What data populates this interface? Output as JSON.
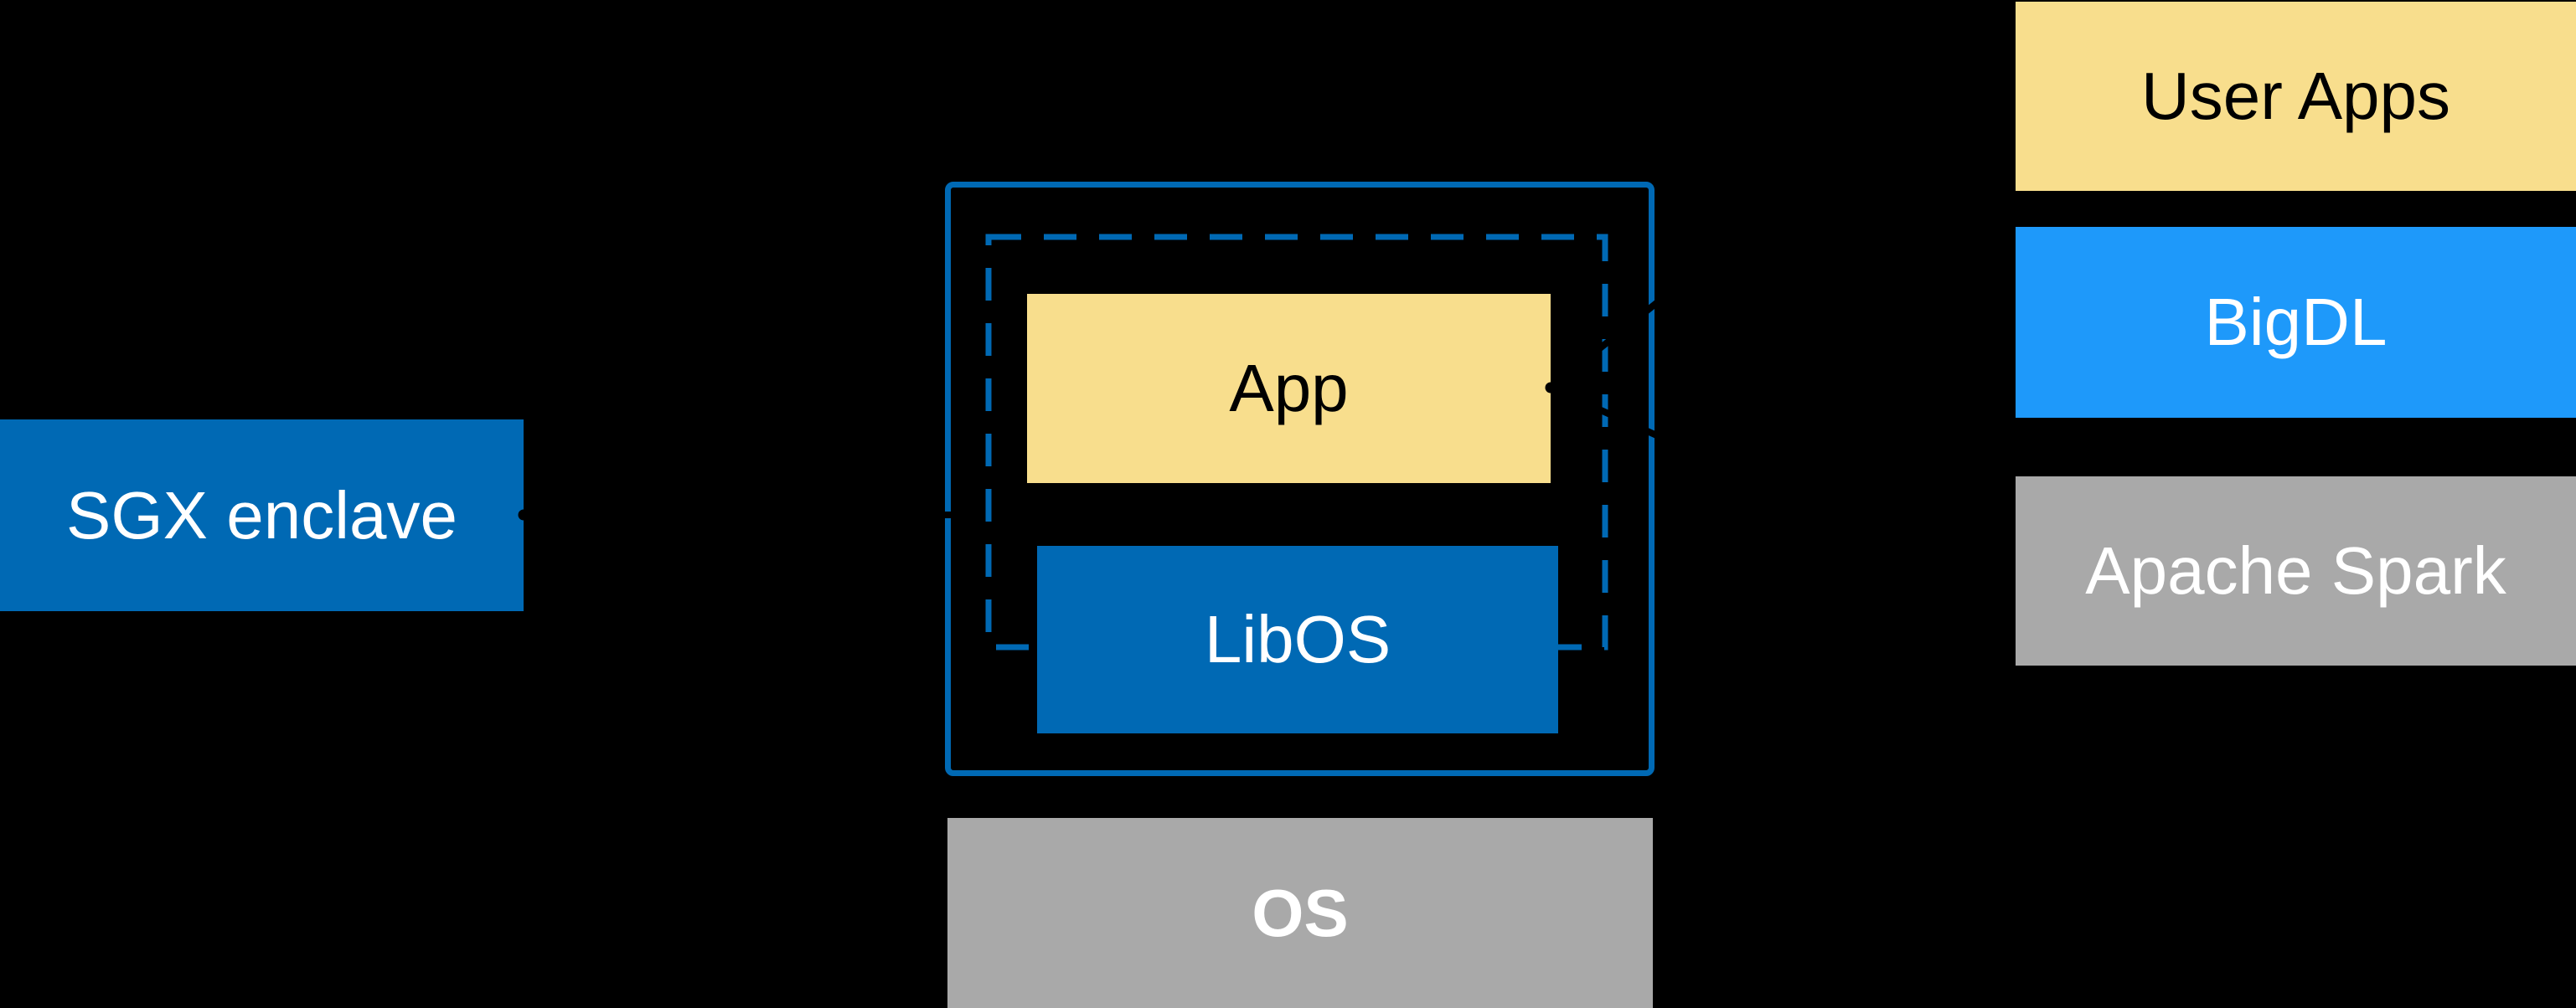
{
  "colors": {
    "background": "#000000",
    "intel_blue": "#0069B4",
    "bright_blue": "#1E99FA",
    "yellow": "#F8DE8D",
    "gray": "#A9A9A9",
    "text_light": "#FFFFFF",
    "text_dark": "#000000",
    "connector_black": "#000000"
  },
  "left_box": {
    "label": "SGX enclave"
  },
  "center": {
    "app": {
      "label": "App"
    },
    "libos": {
      "label": "LibOS"
    },
    "os": {
      "label": "OS"
    }
  },
  "right_stack": {
    "user_apps": {
      "label": "User Apps"
    },
    "bigdl": {
      "label": "BigDL"
    },
    "spark": {
      "label": "Apache Spark"
    }
  }
}
